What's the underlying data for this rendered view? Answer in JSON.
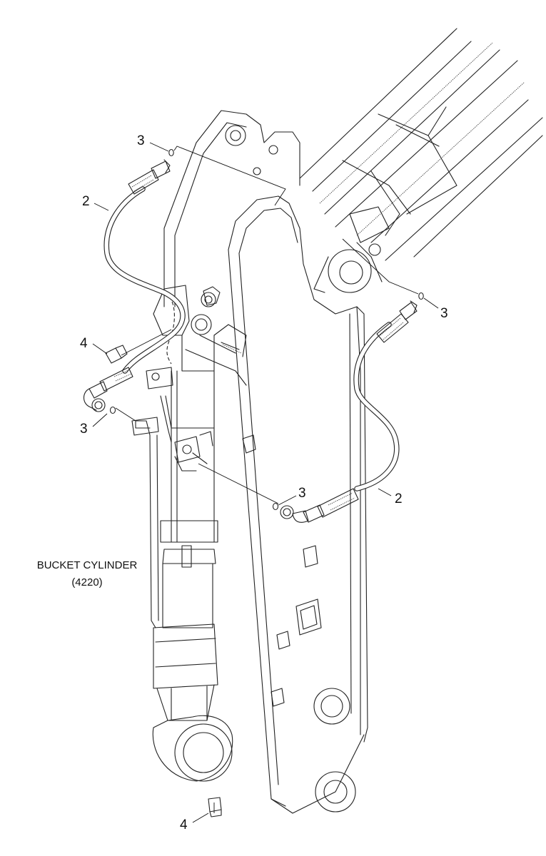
{
  "component": {
    "name": "BUCKET CYLINDER",
    "ref": "(4220)"
  },
  "callouts": {
    "c1": "3",
    "c2": "2",
    "c3": "3",
    "c4": "4",
    "c5": "3",
    "c6": "3",
    "c7": "2",
    "c8": "4"
  }
}
